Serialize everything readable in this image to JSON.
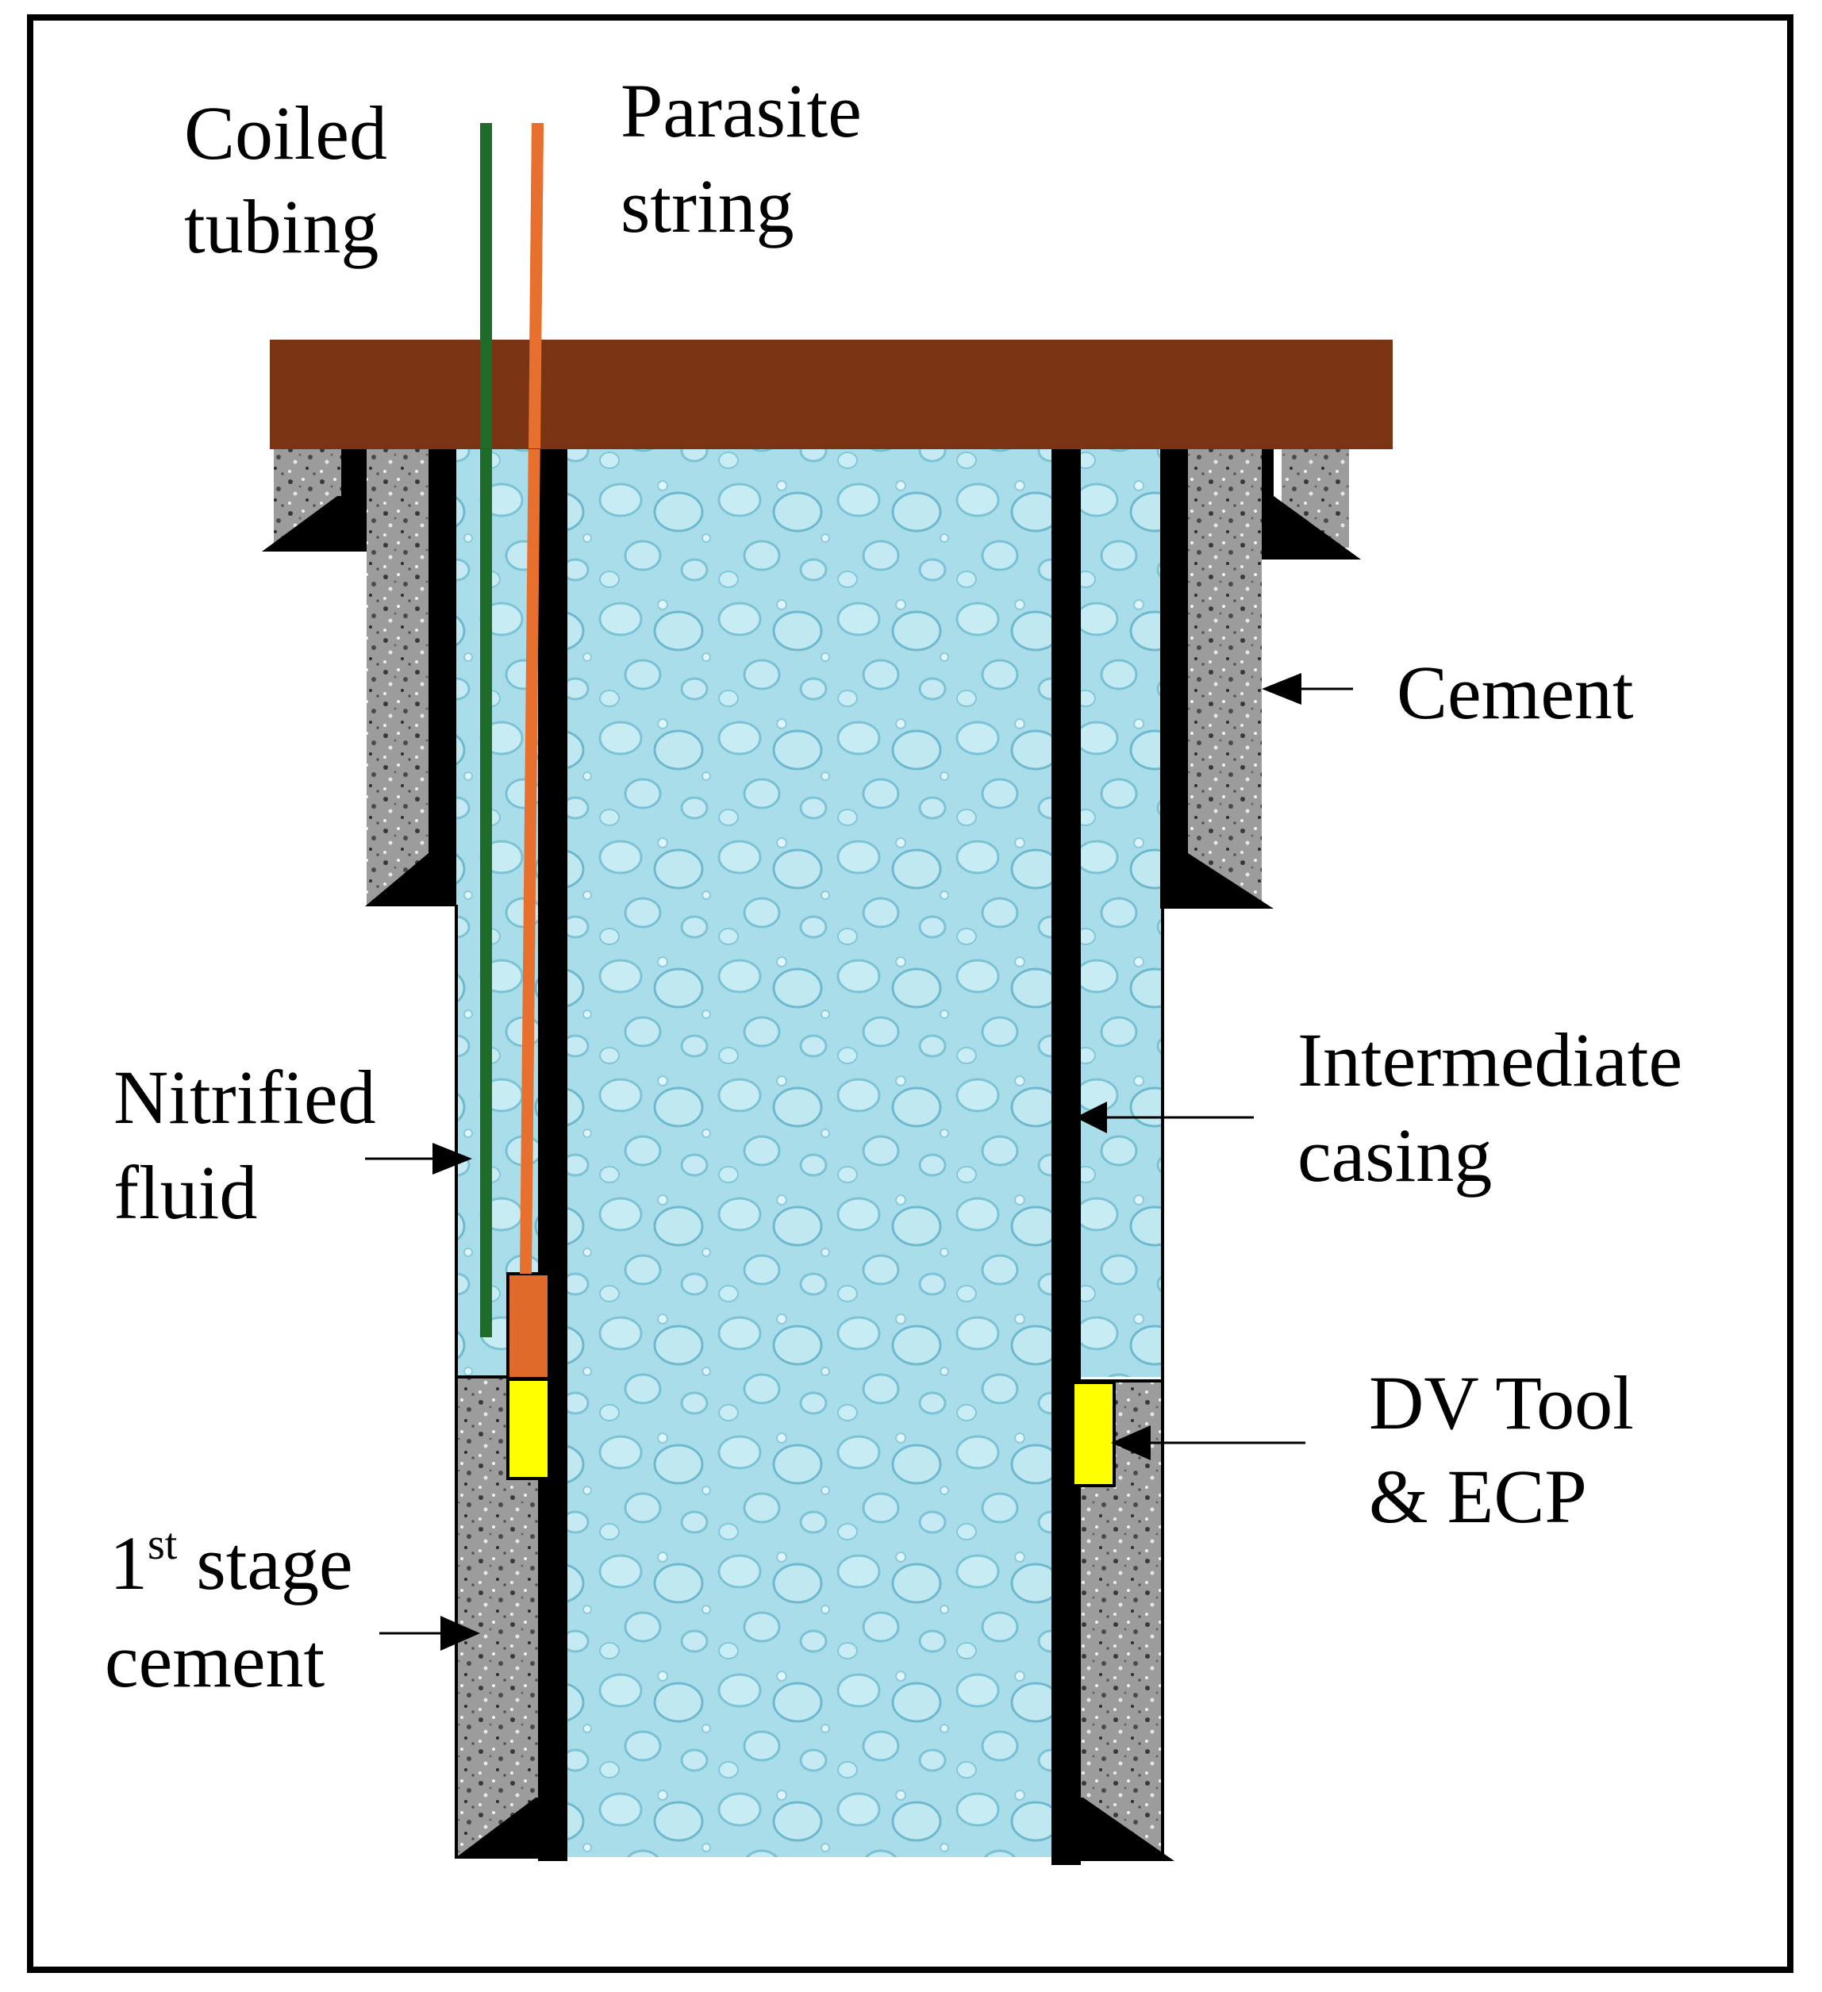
{
  "labels": {
    "coiled_tubing": [
      "Coiled",
      "tubing"
    ],
    "parasite_string": [
      "Parasite",
      "string"
    ],
    "cement": "Cement",
    "intermediate_casing": [
      "Intermediate",
      "casing"
    ],
    "nitrified_fluid": [
      "Nitrified",
      "fluid"
    ],
    "dv_tool": [
      "DV Tool",
      "& ECP"
    ],
    "first_stage_cement": {
      "number": "1",
      "superscript": "st",
      "rest": " stage",
      "line2": "cement"
    }
  },
  "colors": {
    "frame": "#000000",
    "wellhead": "#7b3413",
    "coiled_tubing": "#1f6b2a",
    "parasite_string": "#e8702f",
    "fluid": "#a8dde8",
    "fluid_bubble": "#7fc6d8",
    "cement": "#9a9a9a",
    "casing": "#000000",
    "dv_tool": "#ffff00",
    "parasite_tool": "#e06a2a"
  }
}
